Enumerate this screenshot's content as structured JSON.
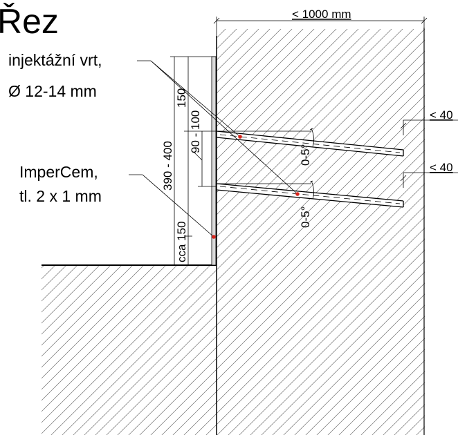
{
  "title": "Řez",
  "labels": {
    "width_dim": "< 1000 mm",
    "injection": "injektážní vrt,",
    "diameter": "Ø 12-14 mm",
    "impercem": "ImperCem,",
    "thickness": "tl. 2 x 1 mm",
    "dim_total": "390 - 400",
    "dim_bottom": "cca 150",
    "dim_top": "150",
    "dim_spacing": "90 - 100",
    "angle_top": "0-5°",
    "angle_bottom": "0-5°",
    "edge_top": "< 40",
    "edge_bottom": "< 40"
  },
  "colors": {
    "line": "#000000",
    "hatch": "#6f6f6f",
    "marker": "#d9241b"
  }
}
